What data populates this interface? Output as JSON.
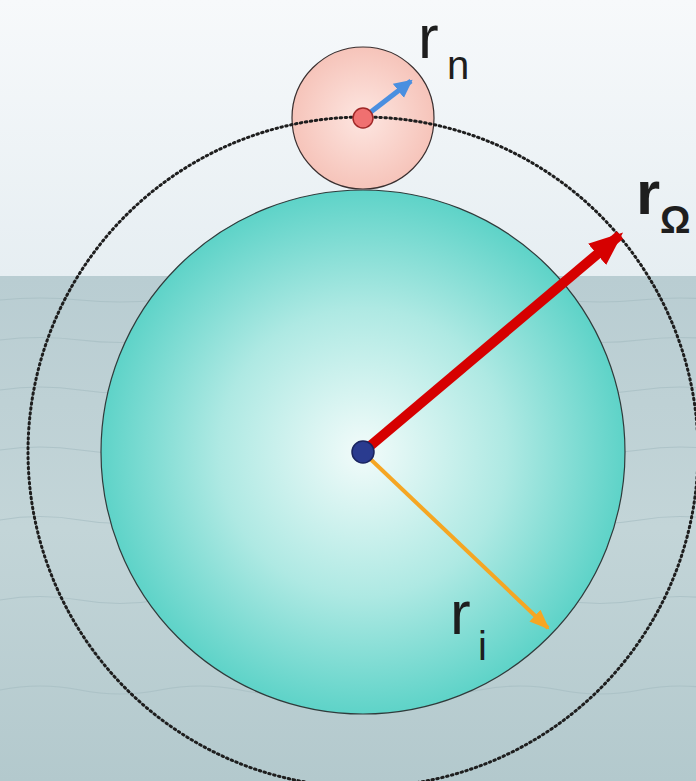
{
  "diagram": {
    "labels": [
      "r",
      "n",
      "r",
      "Ω",
      "r",
      "i"
    ]
  }
}
